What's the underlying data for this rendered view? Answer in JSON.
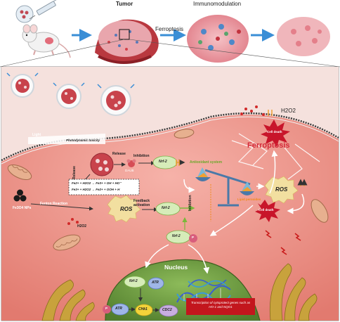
{
  "colors": {
    "cell": "#e9867d",
    "cell_light": "#f4aba3",
    "nucleus": "#6c9a3f",
    "nrf2": "#d6ecb9",
    "ros": "#f2dfa0",
    "text_red": "#c81818",
    "green_text": "#6aa829",
    "arrow_blue": "#3a8ed6"
  },
  "header": {
    "tumor": "Tumor",
    "ferroptosis": "Ferroptosis",
    "immunomodulation": "Immunomodulation"
  },
  "labels": {
    "light": "Light",
    "photodynamic": "Photodynamic toxicity",
    "release_top": "Release",
    "release_side": "Release",
    "daub": "DAUB",
    "inhibition": "Inhibition",
    "fenton": "Fenton Reaction",
    "fe3o4": "Fe3O4 NPs",
    "feedback": "Feedback activation",
    "h2o2_left": "H2O2",
    "h2o2_right": "H2O2",
    "antioxidant": "Antioxidant system",
    "inhibition_vertical": "Inhibition",
    "lipid": "Lipid peroxides",
    "ferroptosis": "Ferroptosis",
    "nucleus": "Nucleus",
    "atr_top": "ATR",
    "atr_bottom": "ATR",
    "chk1": "CHk1",
    "cdc2": "CDC2",
    "p": "P",
    "transcription": "Transcription of cytoprotect genes such as HO-1 and NQO1"
  },
  "equations": [
    "Fe2+ + H2O2 → Fe3+ + OH + HO⁻",
    "Fe3+ + H2O2 → Fe2+ + OOH + H"
  ],
  "nodes": {
    "nrf2_top": "Nrf-2",
    "nrf2_mid": "Nrf-2",
    "nrf2_p": "Nrf-2",
    "nrf2_nucleus": "Nrf-2",
    "ros_left": "ROS",
    "ros_right": "ROS",
    "burst_top": "Cell death",
    "burst_mid": "Cell death"
  }
}
